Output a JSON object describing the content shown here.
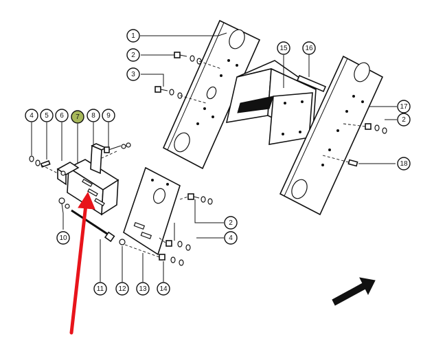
{
  "callouts": [
    {
      "id": "c1",
      "label": "1"
    },
    {
      "id": "c2a",
      "label": "2"
    },
    {
      "id": "c3",
      "label": "3"
    },
    {
      "id": "c4a",
      "label": "4"
    },
    {
      "id": "c5",
      "label": "5"
    },
    {
      "id": "c6",
      "label": "6"
    },
    {
      "id": "c7",
      "label": "7",
      "highlight": true
    },
    {
      "id": "c8",
      "label": "8"
    },
    {
      "id": "c9",
      "label": "9"
    },
    {
      "id": "c10",
      "label": "10"
    },
    {
      "id": "c11",
      "label": "11"
    },
    {
      "id": "c12",
      "label": "12"
    },
    {
      "id": "c13",
      "label": "13"
    },
    {
      "id": "c14",
      "label": "14"
    },
    {
      "id": "c15",
      "label": "15"
    },
    {
      "id": "c16",
      "label": "16"
    },
    {
      "id": "c17",
      "label": "17"
    },
    {
      "id": "c2b",
      "label": "2"
    },
    {
      "id": "c18",
      "label": "18"
    },
    {
      "id": "c2c",
      "label": "2"
    },
    {
      "id": "c4b",
      "label": "4"
    }
  ],
  "colors": {
    "highlight": "#a7b85a",
    "annotation_arrow": "#e8141b",
    "ink": "#111111"
  }
}
